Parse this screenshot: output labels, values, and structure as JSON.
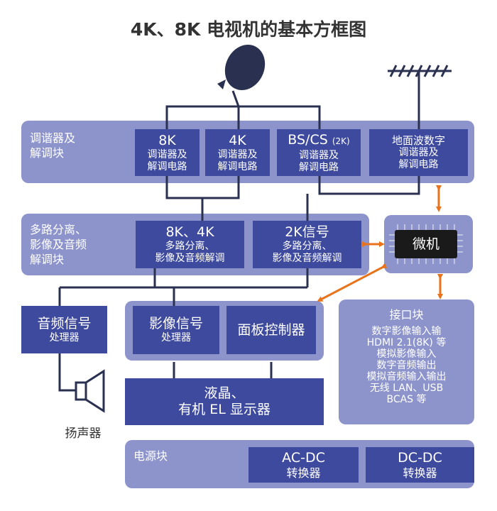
{
  "title": "4K、8K 电视机的基本方框图",
  "colors": {
    "region": "#8d94cc",
    "box": "#3e4a9e",
    "line": "#2a3050",
    "arrow": "#e8731a"
  },
  "icons": [
    "satellite-dish-icon",
    "antenna-icon",
    "speaker-icon",
    "chip-icon"
  ],
  "tuner_block": {
    "label": [
      "调谐器及",
      "解调块"
    ],
    "boxes": [
      {
        "main": "8K",
        "sub": [
          "调谐器及",
          "解调电路"
        ]
      },
      {
        "main": "4K",
        "sub": [
          "调谐器及",
          "解调电路"
        ]
      },
      {
        "main": "BS/CS",
        "note": "(2K)",
        "sub": [
          "调谐器及",
          "解调电路"
        ]
      },
      {
        "main": "地面波数字",
        "sub": [
          "调谐器及",
          "解调电路"
        ]
      }
    ]
  },
  "demux_block": {
    "label": [
      "多路分离、",
      "影像及音频",
      "解调块"
    ],
    "boxes": [
      {
        "main": "8K、4K",
        "sub": [
          "多路分离、",
          "影像及音频解调"
        ]
      },
      {
        "main": "2K信号",
        "sub": [
          "多路分离、",
          "影像及音频解调"
        ]
      }
    ]
  },
  "microcomputer": {
    "label": "微机"
  },
  "audio": {
    "main": "音频信号",
    "sub": "处理器"
  },
  "speaker": {
    "label": "扬声器"
  },
  "video_block": {
    "boxes": [
      {
        "main": "影像信号",
        "sub": "处理器"
      },
      {
        "main": "面板控制器"
      }
    ]
  },
  "display": {
    "lines": [
      "液晶、",
      "有机 EL 显示器"
    ]
  },
  "interface": {
    "title": "接口块",
    "lines": [
      "数字影像输入输",
      "HDMI 2.1(8K) 等",
      "模拟影像输入",
      "数字音频输出",
      "模拟音频输入输出",
      "无线 LAN、USB",
      "BCAS 等"
    ]
  },
  "power": {
    "label": "电源块",
    "boxes": [
      {
        "lines": [
          "AC-DC",
          "转换器"
        ]
      },
      {
        "lines": [
          "DC-DC",
          "转换器"
        ]
      }
    ]
  }
}
